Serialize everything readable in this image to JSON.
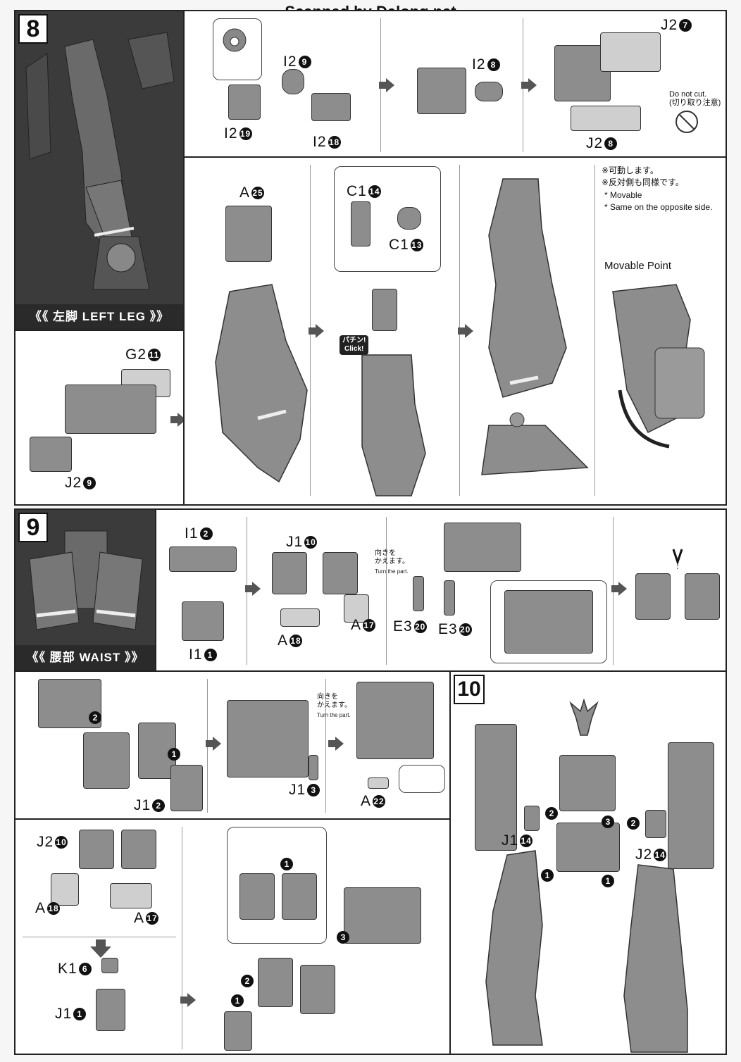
{
  "header": {
    "watermark": "Scanned by Dalong.net"
  },
  "step8": {
    "number": "8",
    "banner": "《《 左脚 LEFT LEG 》》",
    "labels": {
      "i2_9": "I2",
      "i2_8": "I2",
      "i2_19": "I2",
      "i2_18": "I2",
      "j2_7": "J2",
      "j2_8": "J2",
      "a_25": "A",
      "c1_14": "C1",
      "c1_13": "C1",
      "g2_11": "G2",
      "j2_9": "J2"
    },
    "nums": {
      "n9": "9",
      "n8": "8",
      "n19": "19",
      "n18": "18",
      "n7": "7",
      "n8b": "8",
      "n25": "25",
      "n14": "14",
      "n13": "13",
      "n11": "11",
      "n9b": "9"
    },
    "do_not_cut": "Do not cut.",
    "do_not_cut_jp": "(切り取り注意)",
    "click_jp": "パチン!",
    "click_en": "Click!",
    "notes": [
      "※可動します。",
      "※反対側も同様です。",
      "* Movable",
      "* Same on the opposite side."
    ],
    "movable_point": "Movable Point"
  },
  "step9": {
    "number": "9",
    "banner": "《《 腰部 WAIST 》》",
    "labels": {
      "i1_2": "I1",
      "i1_1": "I1",
      "j1_10": "J1",
      "a_18": "A",
      "a_17": "A",
      "e3_20a": "E3",
      "e3_20b": "E3",
      "j1_2": "J1",
      "j1_3": "J1",
      "a_22": "A",
      "j2_10": "J2",
      "a_18b": "A",
      "a_17b": "A",
      "k1_6": "K1",
      "j1_1": "J1"
    },
    "nums": {
      "n2": "2",
      "n1": "1",
      "n10": "10",
      "n18": "18",
      "n17": "17",
      "n20a": "20",
      "n20b": "20",
      "n2b": "2",
      "n3": "3",
      "n22": "22",
      "n10b": "10",
      "n18b": "18",
      "n17b": "17",
      "n6": "6",
      "n1b": "1"
    },
    "turn_jp": "向きを\nかえます。",
    "turn_en": "Turn the part.",
    "steps": {
      "s1": "1",
      "s2": "2",
      "s3": "3"
    }
  },
  "step10": {
    "number": "10",
    "labels": {
      "j1_14": "J1",
      "j2_14": "J2"
    },
    "nums": {
      "n14a": "14",
      "n14b": "14"
    },
    "steps": {
      "s1": "1",
      "s2": "2",
      "s3": "3"
    }
  }
}
